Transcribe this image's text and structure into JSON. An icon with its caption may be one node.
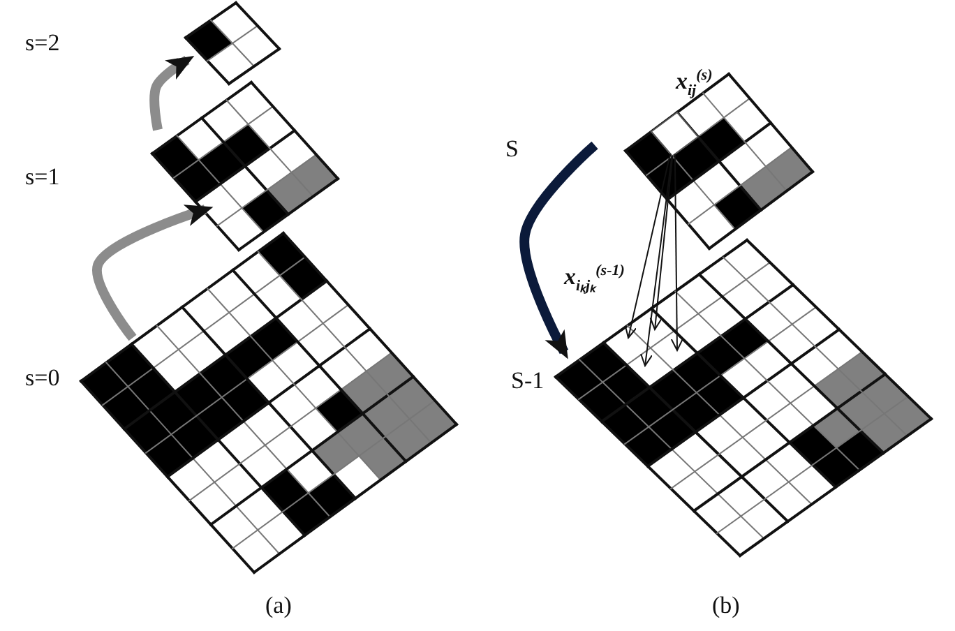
{
  "diagram": {
    "nodes": [
      {
        "text": [],
        "shape": "grid"
      },
      {
        "text": [],
        "shape": "grid"
      },
      {
        "text": [],
        "shape": "grid"
      },
      {
        "text": [],
        "shape": "grid"
      },
      {
        "text": [],
        "shape": "grid"
      },
      {
        "text": [],
        "shape": "diamond",
        "in": 3,
        "beside": [
          "x$_{ij}$$^{(s)}$"
        ]
      }
    ],
    "edges": [
      {
        "from": 2,
        "to": 1,
        "arrow": "to",
        "style": "thick",
        "color": "#8c8c8c"
      },
      {
        "from": 1,
        "to": 0,
        "arrow": "to",
        "style": "thick",
        "color": "#8c8c8c"
      },
      {
        "from": 3,
        "to": 4,
        "arrow": "to",
        "style": "thick",
        "color": "#0b1a3a"
      },
      {
        "from": 5,
        "to": 4,
        "arrow": "to"
      },
      {
        "from": 5,
        "to": 4,
        "arrow": "to"
      },
      {
        "from": 5,
        "to": 4,
        "arrow": "to"
      },
      {
        "from": 5,
        "to": 4,
        "arrow": "to"
      }
    ],
    "labels": [
      "s=2",
      "S",
      "s=1",
      "x$_{iₖjₖ}$$^{(s-1)}$",
      "s=0",
      "S-1",
      "(a)",
      "(b)"
    ]
  }
}
